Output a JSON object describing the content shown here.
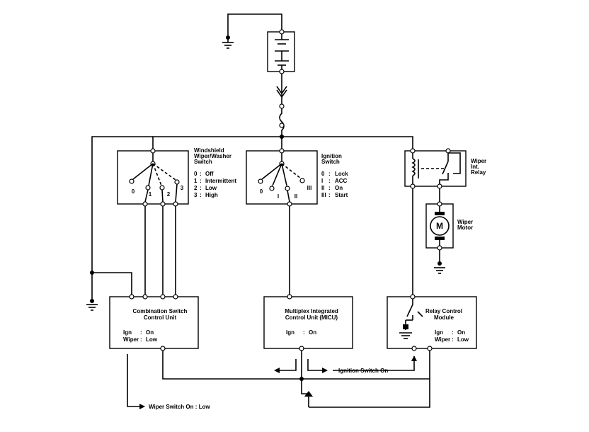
{
  "components": {
    "wiper_switch": {
      "title_lines": [
        "Windshield",
        "Wiper/Washer",
        "Switch"
      ],
      "positions": [
        "0",
        "1",
        "2",
        "3"
      ],
      "legend": [
        {
          "key": "0",
          "sep": ":",
          "value": "Off"
        },
        {
          "key": "1",
          "sep": ":",
          "value": "Intermittent"
        },
        {
          "key": "2",
          "sep": ":",
          "value": "Low"
        },
        {
          "key": "3",
          "sep": ":",
          "value": "High"
        }
      ]
    },
    "ignition_switch": {
      "title_lines": [
        "Ignition",
        "Switch"
      ],
      "positions": [
        "0",
        "I",
        "II",
        "III"
      ],
      "legend": [
        {
          "key": "0",
          "sep": ":",
          "value": "Lock"
        },
        {
          "key": "I",
          "sep": ":",
          "value": "ACC"
        },
        {
          "key": "II",
          "sep": ":",
          "value": "On"
        },
        {
          "key": "III",
          "sep": ":",
          "value": "Start"
        }
      ]
    },
    "wiper_relay": {
      "title_lines": [
        "Wiper",
        "Int.",
        "Relay"
      ]
    },
    "wiper_motor": {
      "title_lines": [
        "Wiper",
        "Motor"
      ],
      "symbol": "M"
    },
    "combination_unit": {
      "title_lines": [
        "Combination Switch",
        "Control Unit"
      ],
      "status": [
        {
          "key": "Ign",
          "sep": ":",
          "value": "On"
        },
        {
          "key": "Wiper",
          "sep": ":",
          "value": "Low"
        }
      ]
    },
    "micu": {
      "title_lines": [
        "Multiplex Integrated",
        "Control Unit (MICU)"
      ],
      "status": [
        {
          "key": "Ign",
          "sep": ":",
          "value": "On"
        }
      ]
    },
    "relay_module": {
      "title_lines": [
        "Relay Control",
        "Module"
      ],
      "status": [
        {
          "key": "Ign",
          "sep": ":",
          "value": "On"
        },
        {
          "key": "Wiper",
          "sep": ":",
          "value": "Low"
        }
      ]
    }
  },
  "signals": {
    "ignition": "Ignition Switch On",
    "wiper": "Wiper Switch On : Low"
  }
}
